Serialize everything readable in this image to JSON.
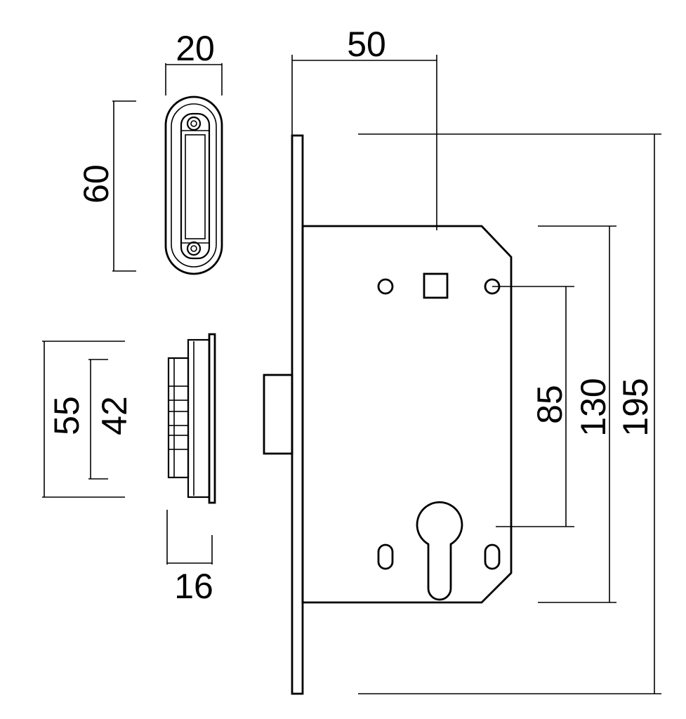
{
  "dimensions": {
    "plate_width": "20",
    "plate_height": "60",
    "backset": "50",
    "striker_outer": "55",
    "striker_inner": "42",
    "striker_depth": "16",
    "center_distance": "85",
    "case_height": "130",
    "faceplate_height": "195"
  },
  "colors": {
    "line": "#000000",
    "background": "#ffffff"
  }
}
